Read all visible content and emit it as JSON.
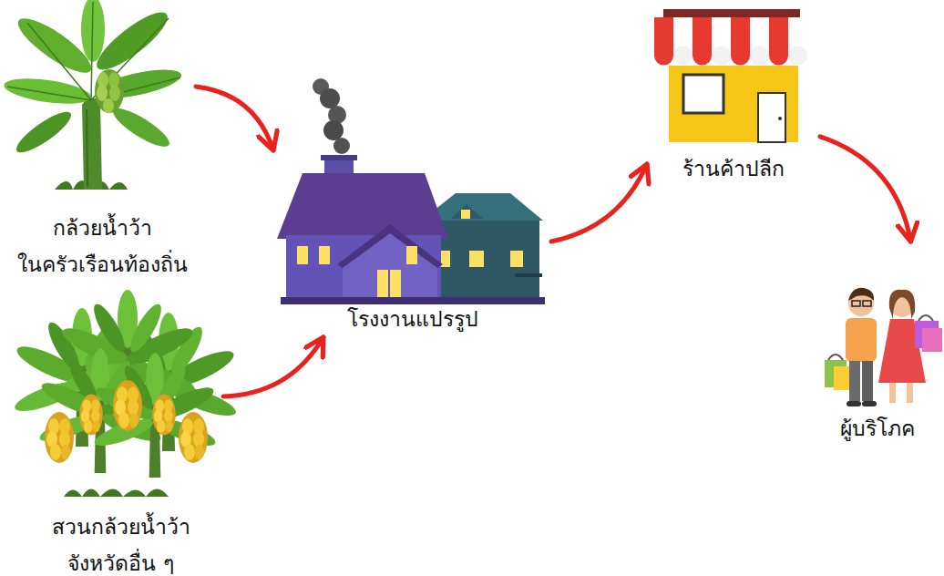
{
  "diagram": {
    "nodes": [
      {
        "text": [
          "กล้วยน้ำว้า ในครัวเรือนท้องถิ่น"
        ]
      },
      {
        "text": [
          "สวนกล้วยน้ำว้า จังหวัดอื่น ๆ"
        ]
      },
      {
        "text": [
          "โรงงานแปรรูป"
        ]
      },
      {
        "text": [
          "ร้านค้าปลีก"
        ]
      },
      {
        "text": [
          "ผู้บริโภค"
        ]
      }
    ],
    "edges": [
      {
        "from": 0,
        "to": 2,
        "arrow": "to"
      },
      {
        "from": 1,
        "to": 2,
        "arrow": "to"
      },
      {
        "from": 2,
        "to": 3,
        "arrow": "to"
      },
      {
        "from": 3,
        "to": 4,
        "arrow": "to"
      }
    ]
  }
}
